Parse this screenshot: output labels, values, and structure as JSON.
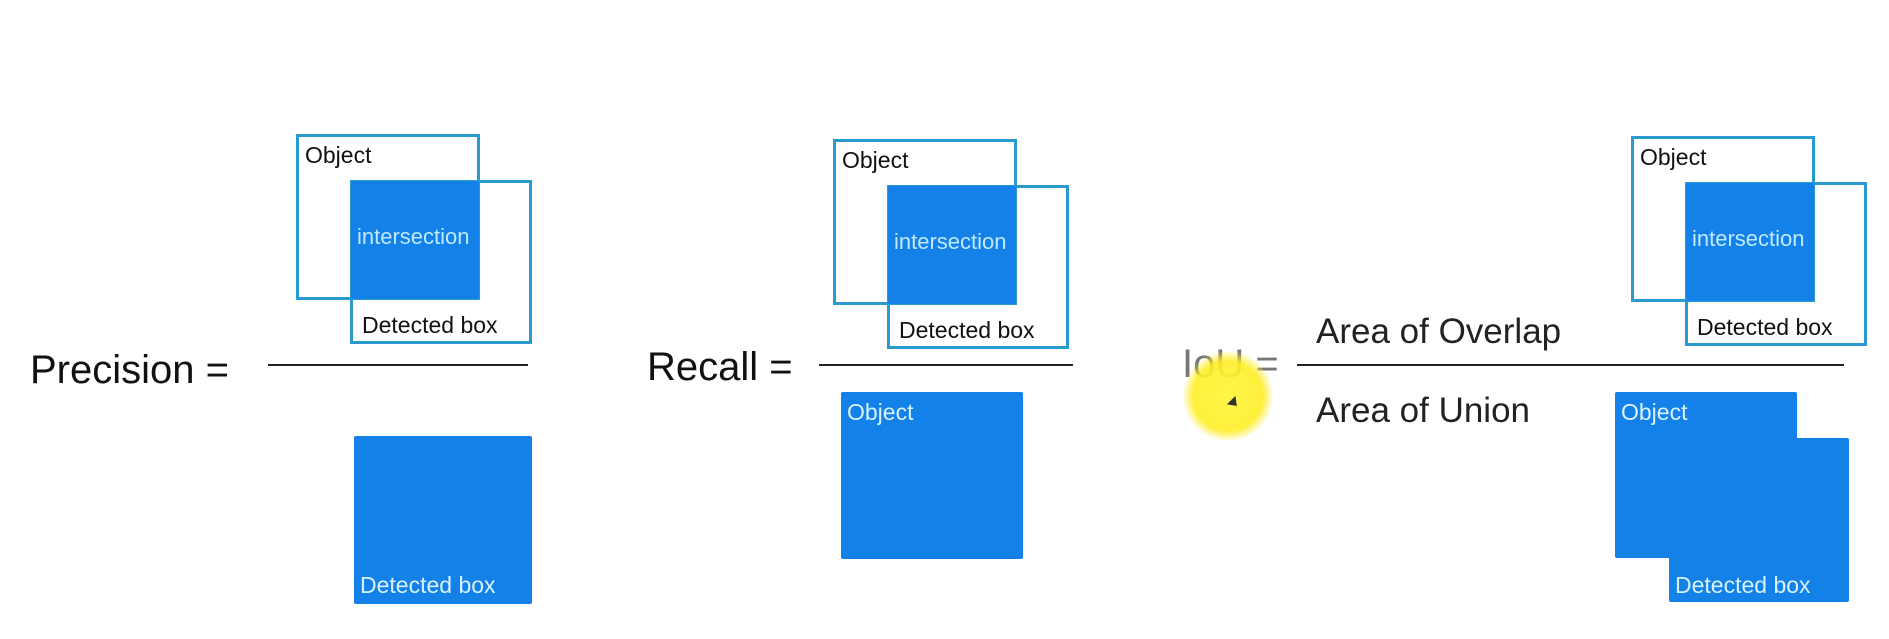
{
  "precision": {
    "label": "Precision =",
    "numerator": {
      "object_label": "Object",
      "intersection_label": "intersection",
      "detected_label": "Detected box"
    },
    "denominator": {
      "detected_label": "Detected box"
    }
  },
  "recall": {
    "label": "Recall =",
    "numerator": {
      "object_label": "Object",
      "intersection_label": "intersection",
      "detected_label": "Detected box"
    },
    "denominator": {
      "object_label": "Object"
    }
  },
  "iou": {
    "label": "IoU =",
    "numerator_text": "Area of Overlap",
    "denominator_text": "Area of Union",
    "numerator": {
      "object_label": "Object",
      "intersection_label": "intersection",
      "detected_label": "Detected box"
    },
    "denominator": {
      "object_label": "Object",
      "detected_label": "Detected box"
    }
  },
  "colors": {
    "box_fill": "#1381e8",
    "box_outline": "#2a9bd0",
    "cursor_highlight": "#fff03c"
  }
}
